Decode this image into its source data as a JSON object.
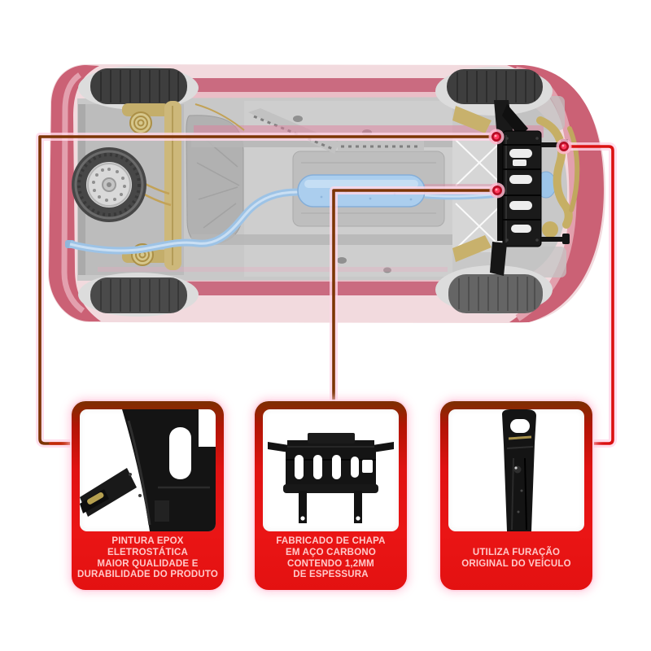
{
  "product": {
    "illustration": "car-underside-top-view",
    "highlight_part": "engine-skid-plate"
  },
  "colors": {
    "card_red": "#e81414",
    "card_red_dark": "#7c2f02",
    "label_text": "#ffc9c9",
    "callout_brown": "#7c3505",
    "callout_red": "#db1111",
    "halo_pink": "#ffd7e8",
    "body_rose": "#cb6175",
    "exhaust_blue": "#a9cdee",
    "suspension_tan": "#c9b26e",
    "plate_black": "#1a1a1a"
  },
  "cards": [
    {
      "name": "epoxy-paint",
      "photo": "skid-plate-corner-closeup",
      "lines": [
        "PINTURA EPOX",
        "ELETROSTÁTICA",
        "MAIOR QUALIDADE E",
        "DURABILIDADE DO PRODUTO"
      ]
    },
    {
      "name": "carbon-steel",
      "photo": "skid-plate-full-view",
      "lines": [
        "FABRICADO DE CHAPA",
        "EM AÇO CARBONO",
        "CONTENDO 1,2MM",
        "DE ESPESSURA"
      ]
    },
    {
      "name": "original-holes",
      "photo": "mounting-bracket-closeup",
      "lines": [
        "UTILIZA FURAÇÃO",
        "ORIGINAL DO VEÍCULO"
      ]
    }
  ]
}
